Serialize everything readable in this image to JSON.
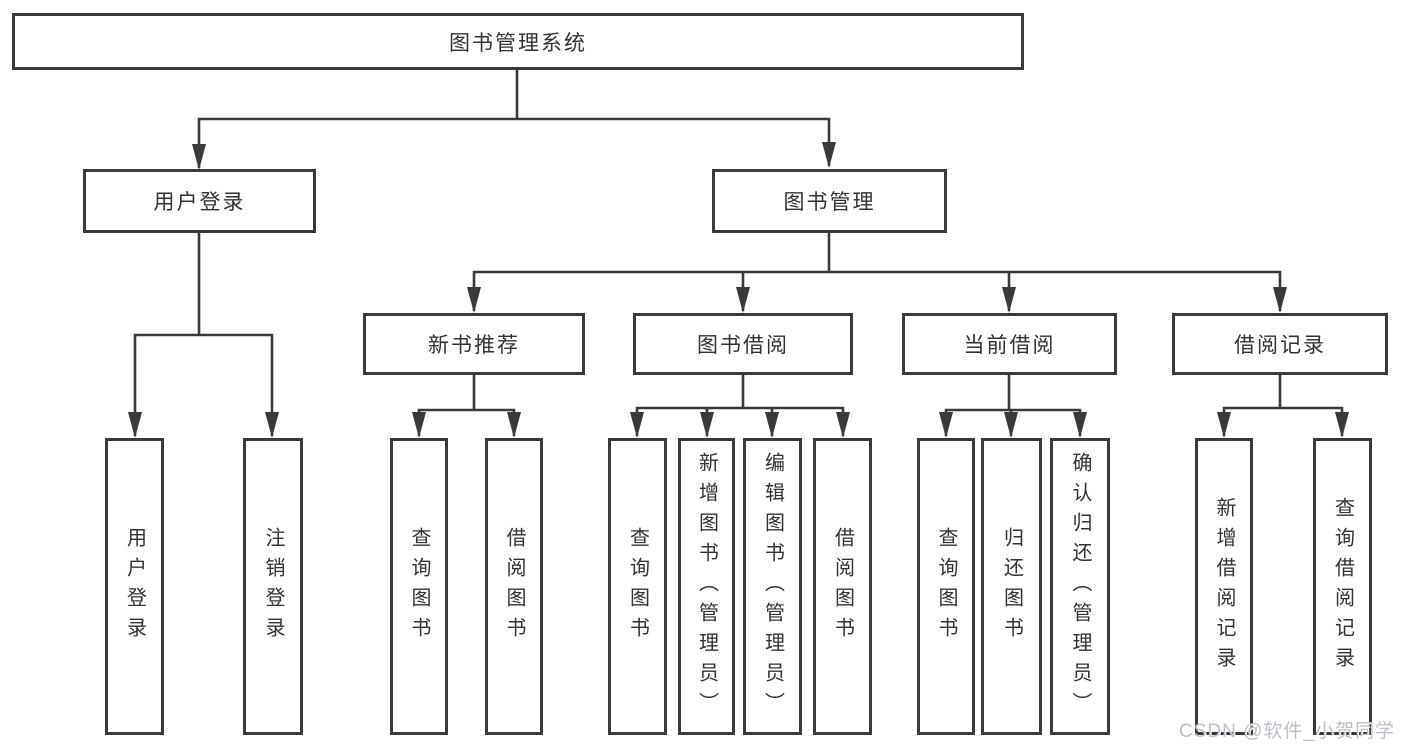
{
  "diagram": {
    "title": "图书管理系统",
    "nodes": {
      "root": "图书管理系统",
      "user_login": "用户登录",
      "book_mgmt": "图书管理",
      "new_book_rec": "新书推荐",
      "book_borrow": "图书借阅",
      "current_borrow": "当前借阅",
      "borrow_record": "借阅记录",
      "leaf_user_login": "用户登录",
      "leaf_logout": "注销登录",
      "leaf_rec_query_book": "查询图书",
      "leaf_rec_borrow_book": "借阅图书",
      "leaf_bb_query_book": "查询图书",
      "leaf_bb_add_book": "新增图书（管理员）",
      "leaf_bb_edit_book": "编辑图书（管理员）",
      "leaf_bb_borrow_book": "借阅图书",
      "leaf_cb_query_book": "查询图书",
      "leaf_cb_return_book": "归还图书",
      "leaf_cb_confirm_return": "确认归还（管理员）",
      "leaf_br_add_record": "新增借阅记录",
      "leaf_br_query_record": "查询借阅记录"
    },
    "colors": {
      "line": "#3a3a3a",
      "text": "#333333",
      "watermark": "#bfc0c7",
      "background": "#ffffff"
    },
    "watermark": "CSDN @软件_小贺同学"
  }
}
